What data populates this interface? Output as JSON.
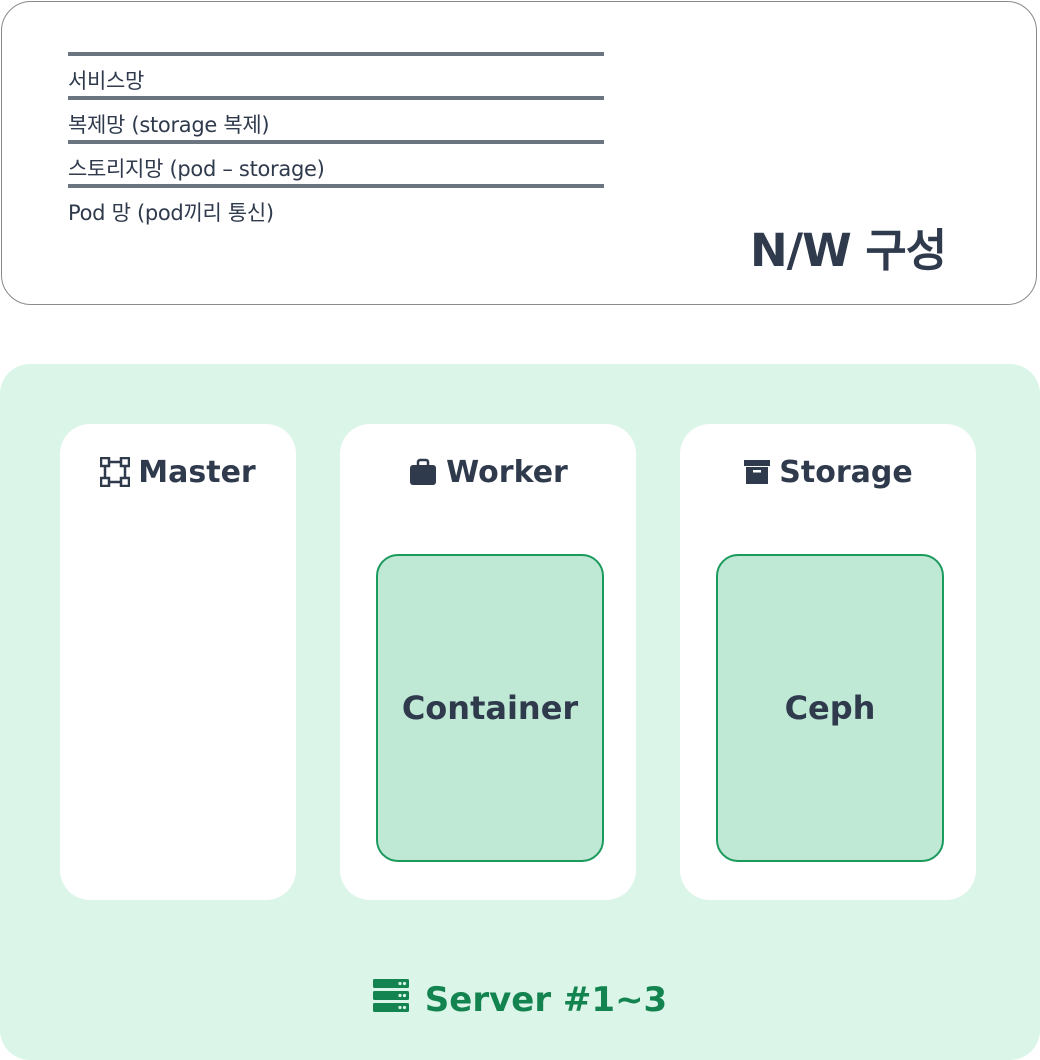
{
  "network": {
    "items": [
      "서비스망",
      "복제망 (storage 복제)",
      "스토리지망 (pod – storage)",
      "Pod 망 (pod끼리 통신)"
    ],
    "title": "N/W 구성"
  },
  "server": {
    "label": "Server #1~3",
    "icon": "server-icon",
    "accent": "#13844f",
    "nodes": [
      {
        "name": "Master",
        "icon": "vector-square-icon"
      },
      {
        "name": "Worker",
        "icon": "briefcase-icon",
        "inner": "Container"
      },
      {
        "name": "Storage",
        "icon": "archive-box-icon",
        "inner": "Ceph"
      }
    ]
  }
}
